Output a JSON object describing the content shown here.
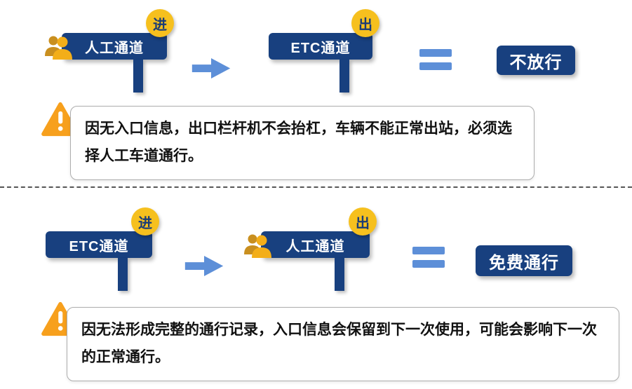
{
  "scenarios": [
    {
      "entry_sign": {
        "label": "人工通道",
        "badge": "进",
        "icon": "person-icon"
      },
      "exit_sign": {
        "label": "ETC通道",
        "badge": "出"
      },
      "result": "不放行",
      "note": "因无入口信息，出口栏杆机不会抬杠，车辆不能正常出站，必须选择人工车道通行。"
    },
    {
      "entry_sign": {
        "label": "ETC通道",
        "badge": "进"
      },
      "exit_sign": {
        "label": "人工通道",
        "badge": "出",
        "icon": "person-icon"
      },
      "result": "免费通行",
      "note": "因无法形成完整的通行记录，入口信息会保留到下一次使用，可能会影响下一次的正常通行。"
    }
  ],
  "colors": {
    "sign_navy": "#18407F",
    "badge_yellow": "#F6C01E",
    "arrow_blue": "#5D8FD8",
    "warning_orange": "#F7A01D",
    "note_border": "#ADADAD"
  }
}
